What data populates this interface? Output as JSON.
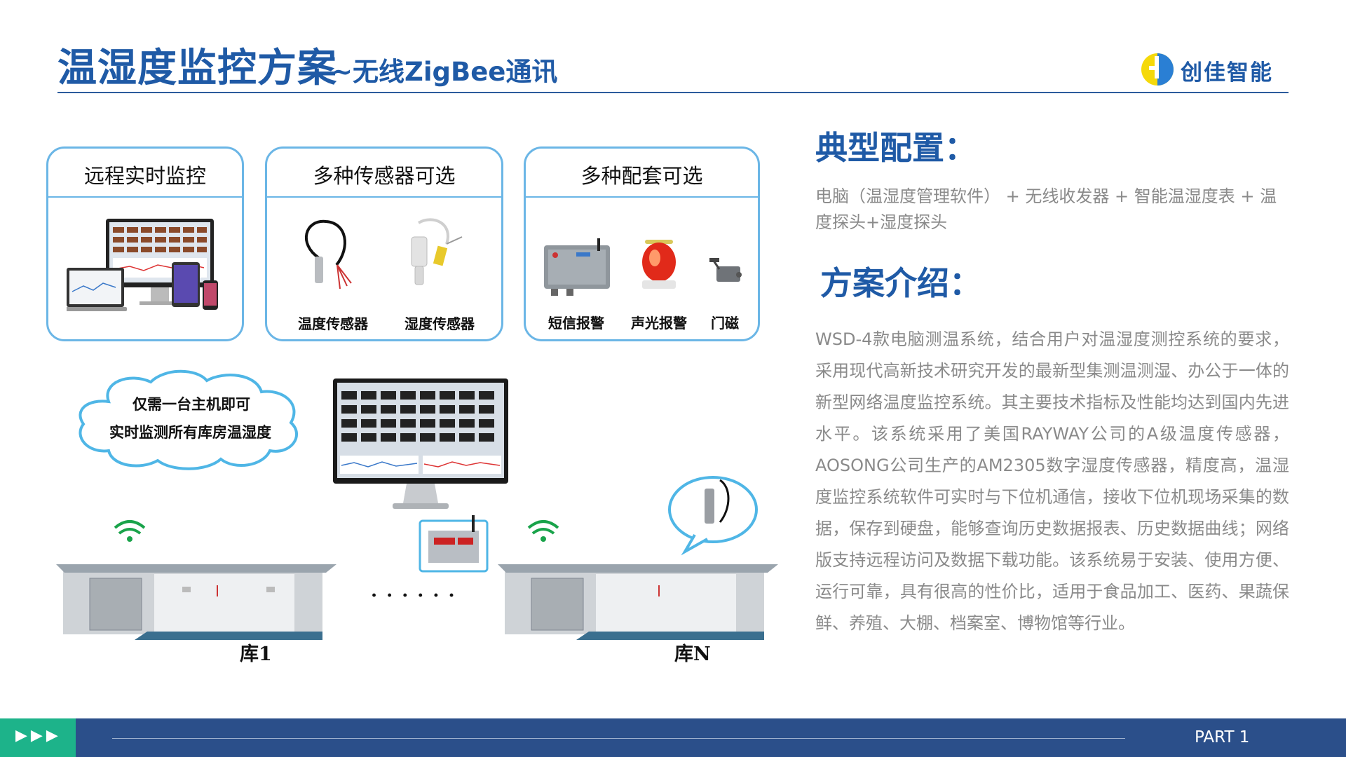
{
  "header": {
    "title": "温湿度监控方案",
    "subtitle": "~无线ZigBee通讯",
    "logo_text": "创佳智能"
  },
  "diagram": {
    "cards": [
      {
        "title": "远程实时监控"
      },
      {
        "title": "多种传感器可选",
        "captions": [
          "温度传感器",
          "湿度传感器"
        ]
      },
      {
        "title": "多种配套可选",
        "captions": [
          "短信报警",
          "声光报警",
          "门磁"
        ]
      }
    ],
    "cloud_lines": [
      "仅需一台主机即可",
      "实时监测所有库房温湿度"
    ],
    "dots": "· · · · · ·",
    "room_labels": [
      "库1",
      "库N"
    ]
  },
  "config": {
    "heading": "典型配置：",
    "text": "电脑（温湿度管理软件） + 无线收发器 + 智能温湿度表 + 温度探头+湿度探头"
  },
  "intro": {
    "heading": "方案介绍：",
    "text": "WSD-4款电脑测温系统，结合用户对温湿度测控系统的要求，采用现代高新技术研究开发的最新型集测温测湿、办公于一体的新型网络温度监控系统。其主要技术指标及性能均达到国内先进水平。该系统采用了美国RAYWAY公司的A级温度传感器，AOSONG公司生产的AM2305数字湿度传感器，精度高，温湿度监控系统软件可实时与下位机通信，接收下位机现场采集的数据，保存到硬盘，能够查询历史数据报表、历史数据曲线；网络版支持远程访问及数据下载功能。该系统易于安装、使用方便、运行可靠，具有很高的性价比，适用于食品加工、医药、果蔬保鲜、养殖、大棚、档案室、博物馆等行业。"
  },
  "footer": {
    "arrows": "▶▶▶",
    "part": "PART 1"
  },
  "colors": {
    "title_blue": "#1f5aa6",
    "card_border": "#6bb6e6",
    "footer_blue": "#2b4f8a",
    "footer_green": "#1db38a",
    "body_gray": "#8a8a8a"
  }
}
